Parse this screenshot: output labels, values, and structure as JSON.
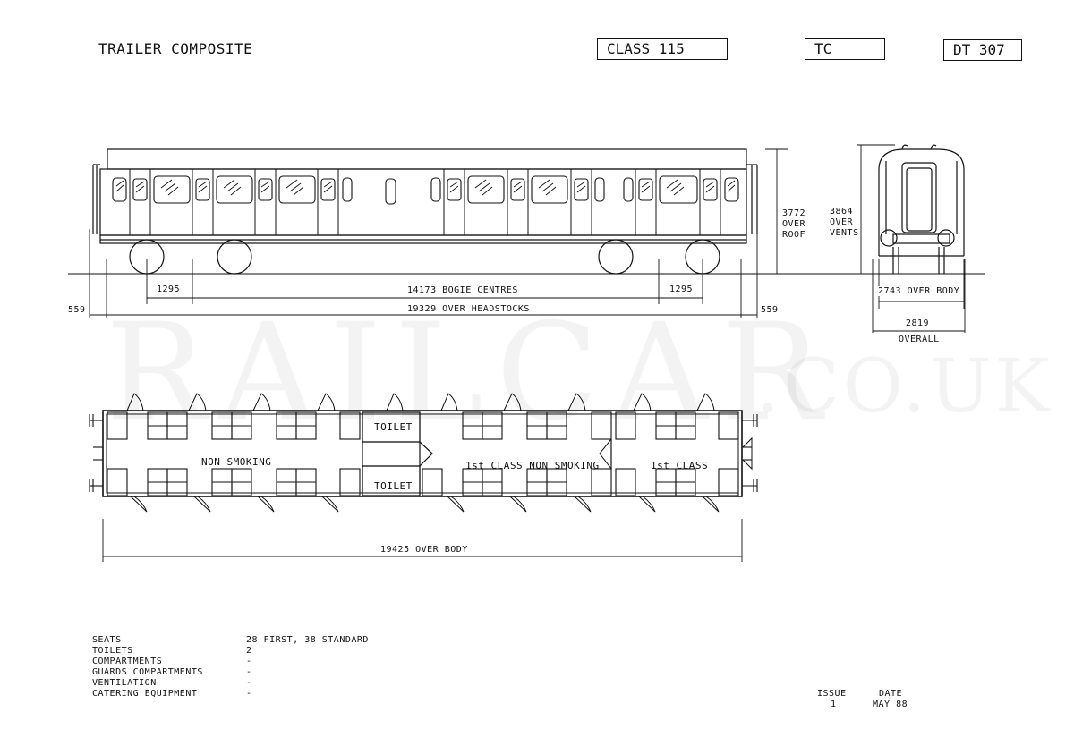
{
  "header": {
    "type_title": "TRAILER COMPOSITE",
    "class_label": "CLASS 115",
    "code_label": "TC",
    "diagram_label": "DT 307"
  },
  "watermark": {
    "main": "RAILCAR",
    "suffix": ".CO.UK"
  },
  "elevation": {
    "dim_left_end": "559",
    "dim_right_end": "559",
    "dim_bogie_left": "1295",
    "dim_bogie_right": "1295",
    "dim_bogie_centres": "14173 BOGIE CENTRES",
    "dim_headstocks": "19329 OVER HEADSTOCKS",
    "height_roof": [
      "3772",
      "OVER",
      "ROOF"
    ]
  },
  "end_view": {
    "height_vents": [
      "3864",
      "OVER",
      "VENTS"
    ],
    "width_body": "2743 OVER BODY",
    "width_overall_value": "2819",
    "width_overall_label": "OVERALL"
  },
  "plan": {
    "area_non_smoking": "NON SMOKING",
    "toilet_upper": "TOILET",
    "toilet_lower": "TOILET",
    "area_first_non_smoking": "1st CLASS NON SMOKING",
    "area_first": "1st CLASS",
    "dim_body": "19425 OVER BODY"
  },
  "specs": [
    {
      "label": "SEATS",
      "value": "28 FIRST, 38 STANDARD"
    },
    {
      "label": "TOILETS",
      "value": "2"
    },
    {
      "label": "COMPARTMENTS",
      "value": "-"
    },
    {
      "label": "GUARDS COMPARTMENTS",
      "value": "-"
    },
    {
      "label": "VENTILATION",
      "value": "-"
    },
    {
      "label": "CATERING EQUIPMENT",
      "value": "-"
    }
  ],
  "issue": {
    "issue_label": "ISSUE",
    "issue_value": "1",
    "date_label": "DATE",
    "date_value": "MAY 88"
  }
}
